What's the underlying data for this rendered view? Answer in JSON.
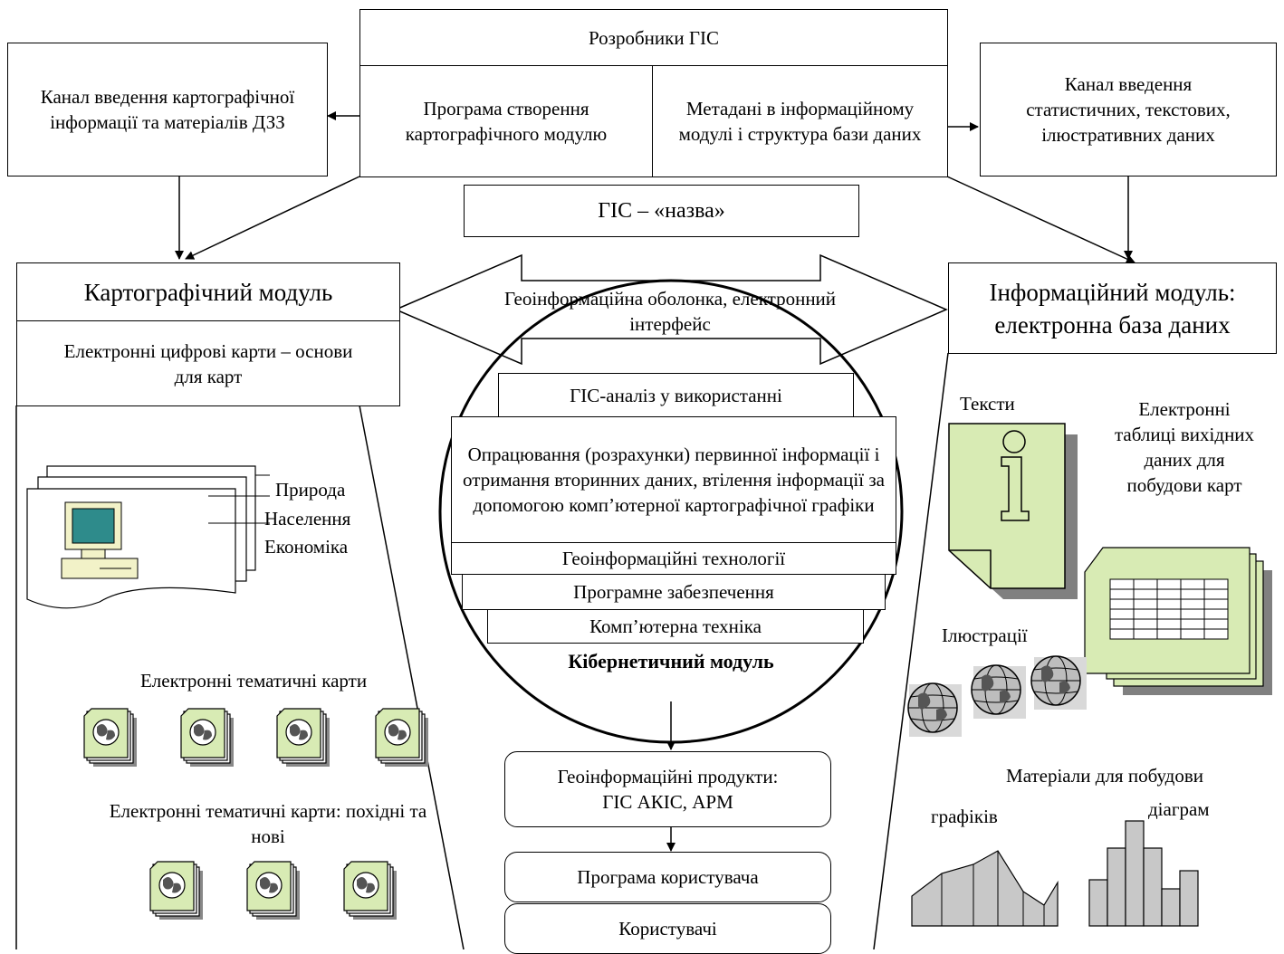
{
  "developers": {
    "title": "Розробники ГІС",
    "program": "Програма створення картографічного модулю",
    "metadata": "Метадані в інформаційному модулі і структура бази даних"
  },
  "left_channel": "Канал введення картографічної інформації та матеріалів ДЗЗ",
  "right_channel": "Канал введення статистичних, текстових, ілюстративних даних",
  "gis_name": "ГІС – «назва»",
  "shell": "Геоінформаційна оболонка, електронний інтерфейс",
  "carto_module": {
    "title": "Картографічний модуль",
    "subtitle": "Електронні цифрові карти – основи для карт",
    "themes": [
      "Природа",
      "Населення",
      "Економіка"
    ],
    "thematic_maps": "Електронні тематичні карти",
    "derived_maps": "Електронні тематичні карти: похідні та нові"
  },
  "info_module": {
    "title": "Інформаційний модуль: електронна база даних",
    "texts": "Тексти",
    "tables": "Електронні таблиці вихідних даних для побудови карт",
    "illustrations": "Ілюстрації",
    "materials": "Матеріали для побудови",
    "graphs": "графіків",
    "diagrams": "діаграм"
  },
  "cyber_module": {
    "layers": [
      "ГІС-аналіз у використанні",
      "Опрацювання (розрахунки) первинної інформації і отримання вторинних даних, втілення інформації за допомогою комп’ютерної картографічної графіки",
      "Геоінформаційні технології",
      "Програмне забезпечення",
      "Комп’ютерна техніка"
    ],
    "title": "Кібернетичний модуль"
  },
  "outputs": {
    "products": "Геоінформаційні продукти: ГІС АКІС, АРМ",
    "user_program": "Програма користувача",
    "users": "Користувачі"
  }
}
